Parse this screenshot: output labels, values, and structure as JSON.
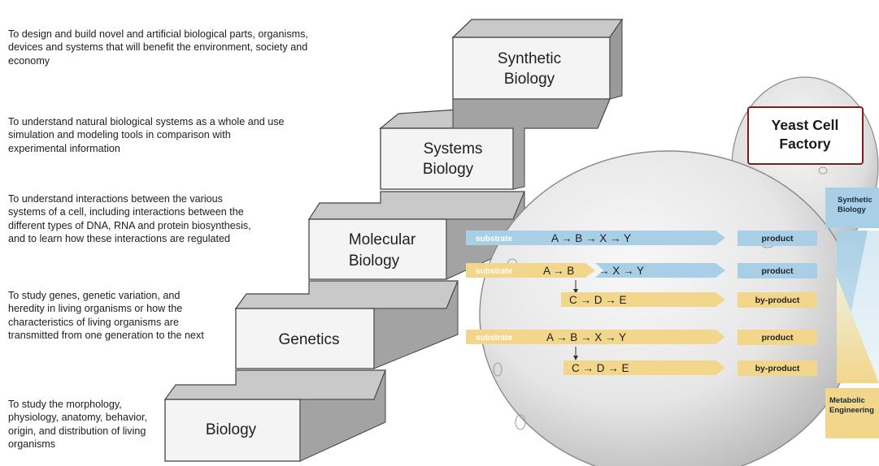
{
  "descriptions": [
    "To design and build novel and artificial biological parts, organisms, devices and systems that will benefit the environment, society and economy",
    "To understand natural biological systems as a whole and use simulation and modeling tools in comparison with experimental information",
    "To understand interactions between the various systems of a cell, including interactions between the different types of DNA, RNA and protein biosynthesis, and to learn how these interactions are regulated",
    "To study genes, genetic variation, and heredity in living organisms or how the characteristics of living organisms are transmitted from one generation to the next",
    "To study the morphology, physiology, anatomy, behavior, origin, and distribution of living organisms"
  ],
  "steps": {
    "synthetic_1": "Synthetic",
    "synthetic_2": "Biology",
    "systems_1": "Systems",
    "systems_2": "Biology",
    "molecular_1": "Molecular",
    "molecular_2": "Biology",
    "genetics": "Genetics",
    "biology": "Biology"
  },
  "factory": {
    "line1": "Yeast Cell",
    "line2": "Factory"
  },
  "pathways": {
    "substrate": "substrate",
    "product": "product",
    "byproduct": "by-product",
    "row1": "A → B → X → Y",
    "ab": "A → B",
    "xy": "→ X → Y",
    "cde": "C → D → E"
  },
  "side": {
    "synthetic_1": "Synthetic",
    "synthetic_2": "Biology",
    "metabolic_1": "Metabolic",
    "metabolic_2": "Engineering"
  },
  "colors": {
    "blue": "#a9cfe6",
    "yellow": "#f2d68c",
    "step_face": "#f4f4f4",
    "step_top": "#c9c9c9"
  }
}
